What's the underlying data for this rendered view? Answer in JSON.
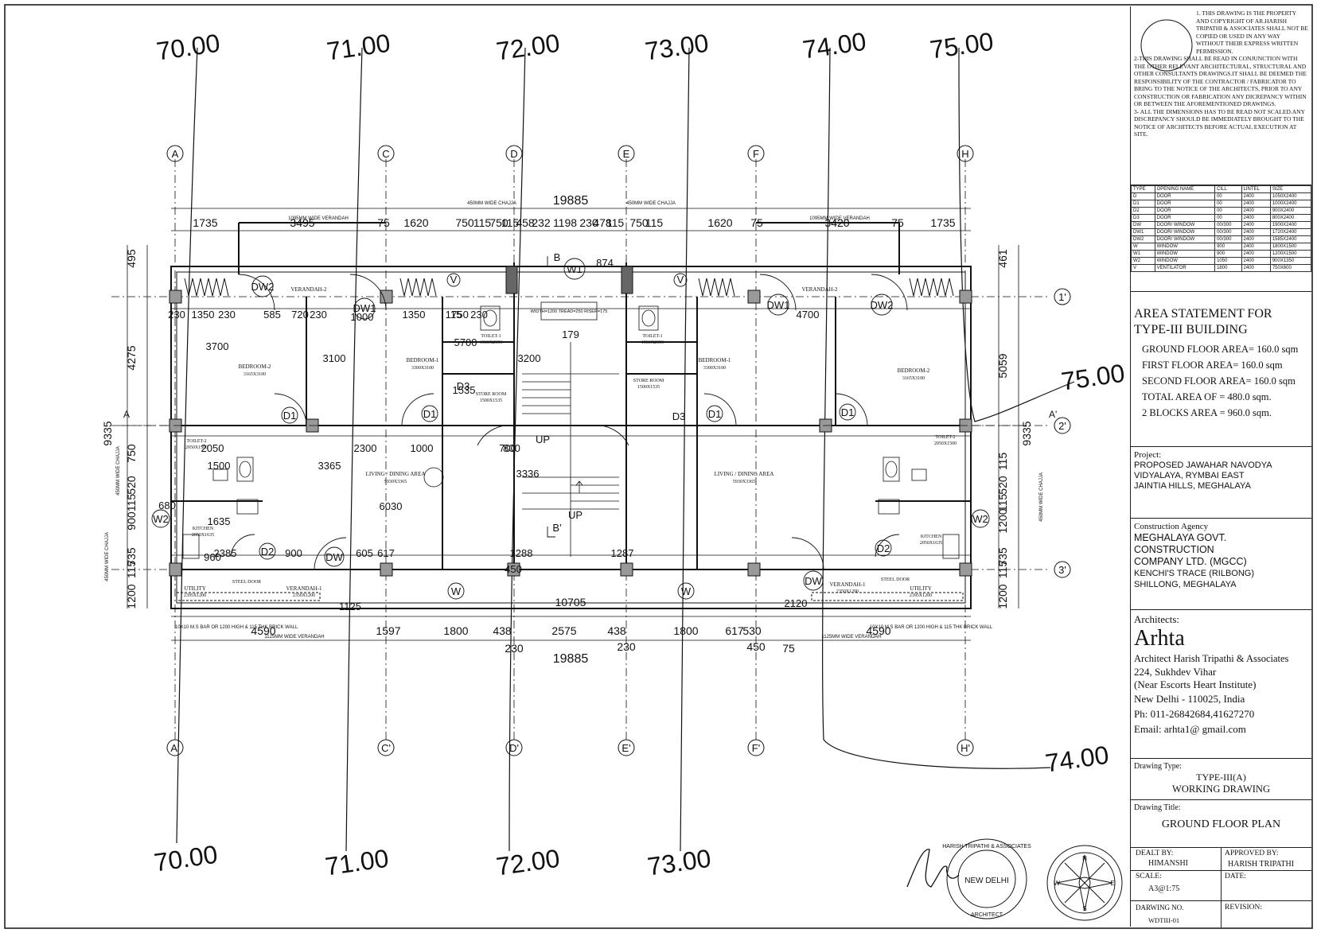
{
  "contours": {
    "top": [
      "70.00",
      "71.00",
      "72.00",
      "73.00",
      "74.00",
      "75.00"
    ],
    "bottom": [
      "70.00",
      "71.00",
      "72.00",
      "73.00"
    ],
    "right": [
      "75.00",
      "74.00"
    ]
  },
  "grid": {
    "top": [
      "A",
      "C",
      "D",
      "E",
      "F",
      "H"
    ],
    "bottom": [
      "A'",
      "C'",
      "D'",
      "E'",
      "F'",
      "H'"
    ],
    "right": [
      "1'",
      "2'",
      "3'"
    ],
    "section_left": "A",
    "section_right": "A'"
  },
  "dims": {
    "overall_top": "19885",
    "overall_bottom": "19885",
    "top_row": [
      "1735",
      "3495",
      "75",
      "1620",
      "750",
      "115",
      "750",
      "115",
      "458",
      "232",
      "1198",
      "230",
      "478",
      "115",
      "750",
      "115",
      "1620",
      "75",
      "3420",
      "75",
      "1735"
    ],
    "bottom_row": [
      "4590",
      "1597",
      "1800",
      "438",
      "2575",
      "438",
      "1800",
      "617",
      "530",
      "4590"
    ],
    "bottom_sub": [
      "230",
      "230",
      "450",
      "75"
    ],
    "center_length": "10705",
    "left_chain": [
      "495",
      "4275",
      "750",
      "520",
      "115",
      "900",
      "735",
      "115",
      "1200"
    ],
    "left_total": "9335",
    "right_chain": [
      "461",
      "5059",
      "115",
      "520",
      "115",
      "1200",
      "735",
      "115",
      "1200"
    ],
    "right_total": "9335",
    "misc": [
      "230",
      "1350",
      "230",
      "585",
      "720",
      "230",
      "1350",
      "115",
      "750",
      "230",
      "1000",
      "3700",
      "3100",
      "3200",
      "3365",
      "3336",
      "6030",
      "2300",
      "1000",
      "2050",
      "1500",
      "680",
      "2385",
      "900",
      "605",
      "617",
      "1288",
      "1287",
      "2120",
      "1125",
      "960",
      "1635",
      "5700",
      "1535",
      "450",
      "700",
      "800",
      "874",
      "179",
      "4700"
    ]
  },
  "rooms": [
    {
      "name": "BEDROOM-2",
      "size": "3165X3100"
    },
    {
      "name": "BEDROOM-1",
      "size": "3300X3100"
    },
    {
      "name": "TOILET-1",
      "size": "1500X2050"
    },
    {
      "name": "STORE ROOM",
      "size": "1500X1535"
    },
    {
      "name": "TOILET-2",
      "size": "2050X1500"
    },
    {
      "name": "LIVING / DINING AREA",
      "size": "5930X3365"
    },
    {
      "name": "KITCHEN",
      "size": "2050X1635"
    },
    {
      "name": "UTILITY",
      "size": "2395X1200"
    },
    {
      "name": "VERANDAH-1",
      "size": "2350X1200"
    },
    {
      "name": "VERANDAH-2",
      "size": ""
    },
    {
      "name": "STEEL DOOR",
      "size": ""
    }
  ],
  "openings": [
    "DW1",
    "DW2",
    "D1",
    "D2",
    "D3",
    "W",
    "W1",
    "W2",
    "V",
    "DW",
    "UP",
    "B",
    "B'"
  ],
  "plan_notes": {
    "verandah_top": "1095MM WIDE VERANDAH",
    "verandah_bottom": "1125MM WIDE VERANDAH",
    "chajja_top": "450MM WIDE CHAJJA",
    "chajja_side": "450MM WIDE CHAJJA",
    "stair": "WIDTH=1200 TREAD=250 RISER=175",
    "rail": "10X10 M.S BAR OR 1200 HIGH & 115 THK BRICK WALL"
  },
  "notes": [
    "1. THIS DRAWING IS THE PROPERTY AND COPYRIGHT OF AR.HARISH TRIPATHI & ASSOCIATES SHALL NOT BE COPIED OR USED IN ANY WAY WITHOUT THEIR EXPRESS WRITTEN PERMISSION.",
    "2-THIS DRAWING SHALL BE READ IN CONJUNCTION WITH THE OTHER RELEVANT ARCHITECTURAL, STRUCTURAL AND OTHER CONSULTANTS DRAWINGS.IT SHALL BE DEEMED THE RESPONSIBILITY OF THE CONTRACTOR / FABRICATOR TO BRING TO THE NOTICE OF THE ARCHITECTS, PRIOR TO ANY CONSTRUCTION OR FABRICATION ANY DICREPANCY WITHIN OR BETWEEN THE AFOREMENTIONED DRAWINGS.",
    "3- ALL THE DIMENSIONS HAS TO BE READ NOT SCALED.ANY DISCREPANCY SHOULD BE IMMEDIATELY BROUGHT TO THE NOTICE OF ARCHITECTS BEFORE ACTUAL EXECUTION AT SITE."
  ],
  "schedule": {
    "headers": [
      "TYPE",
      "OPENING NAME",
      "CILL",
      "LINTEL",
      "SIZE"
    ],
    "rows": [
      [
        "D",
        "DOOR",
        "00",
        "2400",
        "1050X2400"
      ],
      [
        "D1",
        "DOOR",
        "00",
        "2400",
        "1000X2400"
      ],
      [
        "D2",
        "DOOR",
        "00",
        "2400",
        "900X2400"
      ],
      [
        "D3",
        "DOOR",
        "00",
        "2400",
        "800X2400"
      ],
      [
        "DW",
        "DOOR/ WINDOW",
        "00/300",
        "2400",
        "1900X2400"
      ],
      [
        "DW1",
        "DOOR/ WINDOW",
        "00/300",
        "2400",
        "1720X2400"
      ],
      [
        "DW2",
        "DOOR/ WINDOW",
        "00/300",
        "2400",
        "1585X2400"
      ],
      [
        "W",
        "WINDOW",
        "900",
        "2400",
        "1800X1500"
      ],
      [
        "W1",
        "WINDOW",
        "900",
        "2400",
        "1200X1500"
      ],
      [
        "W2",
        "WINDOW",
        "1050",
        "2400",
        "900X1350"
      ],
      [
        "V",
        "VENTILATOR",
        "1800",
        "2400",
        "750X600"
      ]
    ]
  },
  "area": {
    "title1": "AREA STATEMENT FOR",
    "title2": "TYPE-III BUILDING",
    "lines": [
      "GROUND FLOOR AREA= 160.0 sqm",
      "FIRST FLOOR AREA= 160.0  sqm",
      "SECOND FLOOR AREA= 160.0  sqm",
      "TOTAL AREA OF = 480.0 sqm.",
      "2 BLOCKS AREA = 960.0 sqm."
    ]
  },
  "project": {
    "label": "Project:",
    "lines": [
      "PROPOSED JAWAHAR NAVODYA",
      "VIDYALAYA, RYMBAI EAST",
      "JAINTIA HILLS, MEGHALAYA"
    ]
  },
  "agency": {
    "label": "Construction Agency",
    "lines": [
      "MEGHALAYA GOVT.",
      "CONSTRUCTION",
      "COMPANY LTD. (MGCC)",
      "KENCHI'S TRACE (RILBONG)",
      "SHILLONG, MEGHALAYA"
    ]
  },
  "architects": {
    "label": "Architects:",
    "name": "Arhta",
    "lines": [
      "Architect Harish Tripathi & Associates",
      "224, Sukhdev Vihar",
      "(Near Escorts Heart Institute)",
      "New Delhi - 110025, India",
      "Ph: 011-26842684,41627270",
      "Email: arhta1@ gmail.com"
    ]
  },
  "drawing_type": {
    "label": "Drawing Type:",
    "line1": "TYPE-III(A)",
    "line2": "WORKING DRAWING"
  },
  "drawing_title": {
    "label": "Drawing Title:",
    "value": "GROUND FLOOR PLAN"
  },
  "meta": {
    "dealt_label": "DEALT BY:",
    "dealt": "HIMANSHI",
    "approved_label": "APPROVED BY:",
    "approved": "HARISH TRIPATHI",
    "scale_label": "SCALE:",
    "scale": "A3@1:75",
    "date_label": "DATE:",
    "date": "",
    "drawing_no_label": "DARWING NO.",
    "drawing_no": "WDTIII-01",
    "revision_label": "REVISION:",
    "revision": ""
  },
  "stamp": {
    "ring": "HARISH TRIPATHI & ASSOCIATES",
    "center": "NEW DELHI",
    "outer": "ARCHITECT"
  },
  "compass": [
    "N",
    "S",
    "E",
    "W"
  ]
}
